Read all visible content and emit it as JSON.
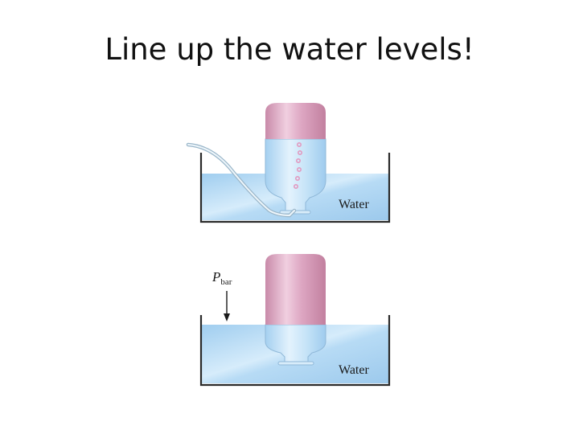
{
  "slide": {
    "title": "Line up the water levels!"
  },
  "diagram_top": {
    "water_label": "Water"
  },
  "diagram_bottom": {
    "water_label": "Water",
    "pressure_label": "P",
    "pressure_subscript": "bar"
  },
  "colors": {
    "water": "#a9d4f2",
    "water_light": "#d4eafb",
    "gas": "#d79bb8",
    "gas_light": "#efcde0",
    "container": "#2a2a2a",
    "bubble": "#e8a7c4"
  }
}
